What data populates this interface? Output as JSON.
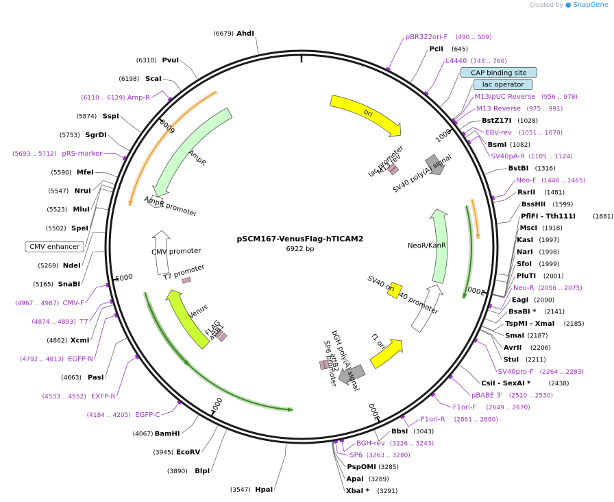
{
  "brand": {
    "created_by": "Created by",
    "name": "SnapGene"
  },
  "plasmid": {
    "name": "pSCM167-VenusFlag-hTICAM2",
    "size_label": "6922 bp",
    "length": 6922
  },
  "scale_ticks": [
    {
      "pos": 1000,
      "label": "1000"
    },
    {
      "pos": 2000,
      "label": "2000"
    },
    {
      "pos": 3000,
      "label": "3000"
    },
    {
      "pos": 4000,
      "label": "4000"
    },
    {
      "pos": 5000,
      "label": "5000"
    },
    {
      "pos": 6000,
      "label": "6000"
    }
  ],
  "colors": {
    "enzyme": "#000000",
    "primer": "#9b30c8",
    "feature_box_fill": "#bfe3ee",
    "misc_box_fill": "#ffffff"
  },
  "labels": [
    {
      "side": "top",
      "pos": 6679,
      "coord": "(6679)",
      "name": "AhdI",
      "kind": "enzyme"
    },
    {
      "side": "left",
      "pos": 6310,
      "coord": "(6310)",
      "name": "PvuI",
      "kind": "enzyme"
    },
    {
      "side": "left",
      "pos": 6198,
      "coord": "(6198)",
      "name": "ScaI",
      "kind": "enzyme"
    },
    {
      "side": "left",
      "pos": 6120,
      "coord": "(6110 .. 6129)",
      "name": "Amp-R",
      "kind": "primer"
    },
    {
      "side": "left",
      "pos": 5874,
      "coord": "(5874)",
      "name": "SspI",
      "kind": "enzyme"
    },
    {
      "side": "left",
      "pos": 5753,
      "coord": "(5753)",
      "name": "SgrDI",
      "kind": "enzyme"
    },
    {
      "side": "left",
      "pos": 5703,
      "coord": "(5693 .. 5712)",
      "name": "pRS-marker",
      "kind": "primer"
    },
    {
      "side": "left",
      "pos": 5590,
      "coord": "(5590)",
      "name": "MfeI",
      "kind": "enzyme"
    },
    {
      "side": "left",
      "pos": 5547,
      "coord": "(5547)",
      "name": "NruI",
      "kind": "enzyme"
    },
    {
      "side": "left",
      "pos": 5523,
      "coord": "(5523)",
      "name": "MluI",
      "kind": "enzyme"
    },
    {
      "side": "left",
      "pos": 5502,
      "coord": "(5502)",
      "name": "SpeI",
      "kind": "enzyme"
    },
    {
      "side": "left",
      "pos": 5400,
      "coord": "",
      "name": "CMV enhancer",
      "kind": "box"
    },
    {
      "side": "left",
      "pos": 5269,
      "coord": "(5269)",
      "name": "NdeI",
      "kind": "enzyme"
    },
    {
      "side": "left",
      "pos": 5165,
      "coord": "(5165)",
      "name": "SnaBI",
      "kind": "enzyme"
    },
    {
      "side": "left",
      "pos": 4977,
      "coord": "(4967 .. 4987)",
      "name": "CMV-F",
      "kind": "primer"
    },
    {
      "side": "left",
      "pos": 4884,
      "coord": "(4874 .. 4893)",
      "name": "T7",
      "kind": "primer"
    },
    {
      "side": "left",
      "pos": 4862,
      "coord": "(4862)",
      "name": "XcmI",
      "kind": "enzyme"
    },
    {
      "side": "left",
      "pos": 4803,
      "coord": "(4792 .. 4813)",
      "name": "EGFP-N",
      "kind": "primer"
    },
    {
      "side": "left",
      "pos": 4663,
      "coord": "(4663)",
      "name": "PasI",
      "kind": "enzyme"
    },
    {
      "side": "left",
      "pos": 4543,
      "coord": "(4533 .. 4552)",
      "name": "EXFP-R",
      "kind": "primer"
    },
    {
      "side": "left",
      "pos": 4195,
      "coord": "(4184 .. 4205)",
      "name": "EGFP-C",
      "kind": "primer"
    },
    {
      "side": "left",
      "pos": 4067,
      "coord": "(4067)",
      "name": "BamHI",
      "kind": "enzyme"
    },
    {
      "side": "left",
      "pos": 3945,
      "coord": "(3945)",
      "name": "EcoRV",
      "kind": "enzyme"
    },
    {
      "side": "left",
      "pos": 3890,
      "coord": "(3890)",
      "name": "BlpI",
      "kind": "enzyme"
    },
    {
      "side": "left",
      "pos": 3547,
      "coord": "(3547)",
      "name": "HpaI",
      "kind": "enzyme"
    },
    {
      "side": "right",
      "pos": 500,
      "coord": "(490 .. 509)",
      "name": "pBR322ori-F",
      "kind": "primer"
    },
    {
      "side": "right",
      "pos": 645,
      "coord": "(645)",
      "name": "PciI",
      "kind": "enzyme"
    },
    {
      "side": "right",
      "pos": 752,
      "coord": "(743 .. 760)",
      "name": "L4440",
      "kind": "primer"
    },
    {
      "side": "right",
      "pos": 860,
      "coord": "",
      "name": "CAP binding site",
      "kind": "feature"
    },
    {
      "side": "right",
      "pos": 967,
      "coord": "(956 .. 978)",
      "name": "M13/pUC Reverse",
      "kind": "primer"
    },
    {
      "side": "right",
      "pos": 960,
      "coord": "",
      "name": "lac operator",
      "kind": "feature"
    },
    {
      "side": "right",
      "pos": 983,
      "coord": "(975 .. 991)",
      "name": "M13 Reverse",
      "kind": "primer"
    },
    {
      "side": "right",
      "pos": 1028,
      "coord": "(1028)",
      "name": "BstZ17I",
      "kind": "enzyme"
    },
    {
      "side": "right",
      "pos": 1060,
      "coord": "(1051 .. 1070)",
      "name": "EBV-rev",
      "kind": "primer"
    },
    {
      "side": "right",
      "pos": 1082,
      "coord": "(1082)",
      "name": "BsmI",
      "kind": "enzyme"
    },
    {
      "side": "right",
      "pos": 1115,
      "coord": "(1105 .. 1124)",
      "name": "SV40pA-R",
      "kind": "primer"
    },
    {
      "side": "right",
      "pos": 1316,
      "coord": "(1316)",
      "name": "BstBI",
      "kind": "enzyme"
    },
    {
      "side": "right",
      "pos": 1455,
      "coord": "(1446 .. 1465)",
      "name": "Neo-F",
      "kind": "primer"
    },
    {
      "side": "right",
      "pos": 1481,
      "coord": "(1481)",
      "name": "RsrII",
      "kind": "enzyme"
    },
    {
      "side": "right",
      "pos": 1599,
      "coord": "(1599)",
      "name": "BssHII",
      "kind": "enzyme"
    },
    {
      "side": "right",
      "pos": 1881,
      "coord": "(1881)",
      "name": "PflFI - Tth111I",
      "kind": "enzyme"
    },
    {
      "side": "right",
      "pos": 1918,
      "coord": "(1918)",
      "name": "MscI",
      "kind": "enzyme"
    },
    {
      "side": "right",
      "pos": 1997,
      "coord": "(1997)",
      "name": "KasI",
      "kind": "enzyme"
    },
    {
      "side": "right",
      "pos": 1998,
      "coord": "(1998)",
      "name": "NarI",
      "kind": "enzyme"
    },
    {
      "side": "right",
      "pos": 1999,
      "coord": "(1999)",
      "name": "SfoI",
      "kind": "enzyme"
    },
    {
      "side": "right",
      "pos": 2001,
      "coord": "(2001)",
      "name": "PluTI",
      "kind": "enzyme"
    },
    {
      "side": "right",
      "pos": 2065,
      "coord": "(2056 .. 2075)",
      "name": "Neo-R",
      "kind": "primer"
    },
    {
      "side": "right",
      "pos": 2090,
      "coord": "(2090)",
      "name": "EagI",
      "kind": "enzyme"
    },
    {
      "side": "right",
      "pos": 2141,
      "coord": "(2141)",
      "name": "BsaBI *",
      "kind": "enzyme"
    },
    {
      "side": "right",
      "pos": 2185,
      "coord": "(2185)",
      "name": "TspMI - XmaI",
      "kind": "enzyme"
    },
    {
      "side": "right",
      "pos": 2187,
      "coord": "(2187)",
      "name": "SmaI",
      "kind": "enzyme"
    },
    {
      "side": "right",
      "pos": 2206,
      "coord": "(2206)",
      "name": "AvrII",
      "kind": "enzyme"
    },
    {
      "side": "right",
      "pos": 2211,
      "coord": "(2211)",
      "name": "StuI",
      "kind": "enzyme"
    },
    {
      "side": "right",
      "pos": 2273,
      "coord": "(2264 .. 2283)",
      "name": "SV40pro-F",
      "kind": "primer"
    },
    {
      "side": "right",
      "pos": 2438,
      "coord": "(2438)",
      "name": "CsiI - SexAI *",
      "kind": "enzyme"
    },
    {
      "side": "right",
      "pos": 2520,
      "coord": "(2510 .. 2530)",
      "name": "pBABE 3'",
      "kind": "primer"
    },
    {
      "side": "right",
      "pos": 2660,
      "coord": "(2649 .. 2670)",
      "name": "F1ori-F",
      "kind": "primer"
    },
    {
      "side": "right",
      "pos": 2870,
      "coord": "(2861 .. 2880)",
      "name": "F1ori-R",
      "kind": "primer"
    },
    {
      "side": "right",
      "pos": 3043,
      "coord": "(3043)",
      "name": "BbsI",
      "kind": "enzyme"
    },
    {
      "side": "right",
      "pos": 3235,
      "coord": "(3226 .. 3243)",
      "name": "BGH-rev",
      "kind": "primer"
    },
    {
      "side": "right",
      "pos": 3271,
      "coord": "(3263 .. 3280)",
      "name": "SP6",
      "kind": "primer"
    },
    {
      "side": "right",
      "pos": 3285,
      "coord": "(3285)",
      "name": "PspOMI",
      "kind": "enzyme"
    },
    {
      "side": "right",
      "pos": 3289,
      "coord": "(3289)",
      "name": "ApaI",
      "kind": "enzyme"
    },
    {
      "side": "right",
      "pos": 3291,
      "coord": "(3291)",
      "name": "XbaI *",
      "kind": "enzyme"
    }
  ],
  "features": [
    {
      "name": "ori",
      "start": 220,
      "end": 800,
      "strand": 1,
      "color": "#ffff00"
    },
    {
      "name": "AmpR",
      "start": 5560,
      "end": 6380,
      "strand": -1,
      "color": "#ccffcc"
    },
    {
      "name": "AmpR promoter",
      "start": 5480,
      "end": 5560,
      "strand": -1,
      "color": "#ffffff"
    },
    {
      "name": "NeoR/KanR",
      "start": 1430,
      "end": 2010,
      "strand": -1,
      "color": "#ccffcc"
    },
    {
      "name": "SV40 promoter",
      "start": 2030,
      "end": 2420,
      "strand": -1,
      "color": "#ffffff"
    },
    {
      "name": "SV40 poly(A) signal",
      "start": 1060,
      "end": 1200,
      "strand": 1,
      "color": "#a9a9a9"
    },
    {
      "name": "CMV promoter",
      "start": 4980,
      "end": 5320,
      "strand": 1,
      "color": "#ffffff"
    },
    {
      "name": "Venus",
      "start": 4310,
      "end": 4840,
      "strand": 1,
      "color": "#ccff33"
    },
    {
      "name": "f1 ori",
      "start": 2560,
      "end": 2860,
      "strand": -1,
      "color": "#ffff00"
    },
    {
      "name": "bGH poly(A) signal",
      "start": 2950,
      "end": 3160,
      "strand": 1,
      "color": "#a9a9a9"
    },
    {
      "name": "SV40 ori",
      "start": 2140,
      "end": 2280,
      "strand": 0,
      "color": "#ffff00"
    }
  ],
  "small_features": [
    {
      "name": "lac promoter",
      "pos": 935
    },
    {
      "name": "M13 rev",
      "pos": 975
    },
    {
      "name": "T7 promoter",
      "pos": 4880
    },
    {
      "name": "FLAG",
      "pos": 4300
    },
    {
      "name": "attB1",
      "pos": 4250
    },
    {
      "name": "SP6 promoter",
      "pos": 3270
    },
    {
      "name": "attB2",
      "pos": 3230
    }
  ],
  "orfs": [
    {
      "start": 6370,
      "end": 5450,
      "color": "#e8a33a"
    },
    {
      "start": 1430,
      "end": 1680,
      "color": "#e8a33a"
    },
    {
      "start": 1460,
      "end": 2070,
      "color": "#3a8a1f"
    },
    {
      "start": 4880,
      "end": 3520,
      "color": "#3a8a1f"
    },
    {
      "start": 4800,
      "end": 4300,
      "color": "#3a8a1f"
    }
  ]
}
